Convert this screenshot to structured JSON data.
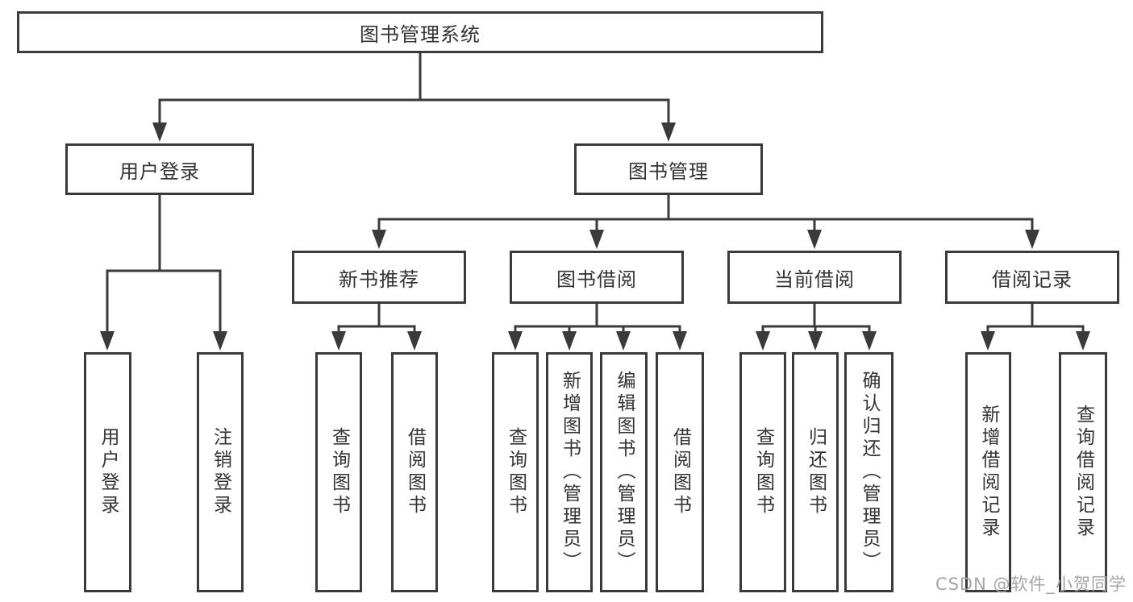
{
  "diagram": {
    "root": {
      "label": "图书管理系统"
    },
    "branches": [
      {
        "label": "用户登录",
        "children": [
          {
            "label": "用户登录"
          },
          {
            "label": "注销登录"
          }
        ]
      },
      {
        "label": "图书管理",
        "groups": [
          {
            "label": "新书推荐",
            "children": [
              {
                "label": "查询图书"
              },
              {
                "label": "借阅图书"
              }
            ]
          },
          {
            "label": "图书借阅",
            "children": [
              {
                "label": "查询图书"
              },
              {
                "label": "新增图书（管理员）"
              },
              {
                "label": "编辑图书（管理员）"
              },
              {
                "label": "借阅图书"
              }
            ]
          },
          {
            "label": "当前借阅",
            "children": [
              {
                "label": "查询图书"
              },
              {
                "label": "归还图书"
              },
              {
                "label": "确认归还（管理员）"
              }
            ]
          },
          {
            "label": "借阅记录",
            "children": [
              {
                "label": "新增借阅记录"
              },
              {
                "label": "查询借阅记录"
              }
            ]
          }
        ]
      }
    ]
  },
  "watermark": {
    "text": "CSDN @软件_小贺同学"
  },
  "colors": {
    "line": "#3a3a3a",
    "box_border": "#3a3a3a",
    "text": "#333333",
    "watermark": "#a5a5a5",
    "background": "#ffffff"
  }
}
